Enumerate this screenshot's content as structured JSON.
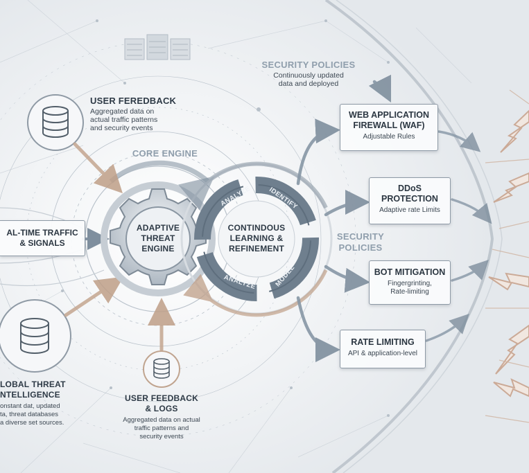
{
  "core_engine_label": "CORE ENGINE",
  "security_policies_top": {
    "title": "SECURITY POLICIES",
    "desc": "Continuously updated\ndata and deployed"
  },
  "security_policies_mid": "SECURITY\nPOLICIES",
  "user_feedback_top": {
    "title": "USER FEREDBACK",
    "desc": "Aggregated data on\nactual traffic patterns\nand security events"
  },
  "realtime_traffic": "AL-TIME TRAFFIC\n& SIGNALS",
  "global_threat": {
    "title": "LOBAL THREAT\nNTELLIGENCE",
    "desc": "onstant dat, updated\nta, threat databases\na diverse set sources."
  },
  "user_feedback_logs": {
    "title": "USER FEEDBACK\n& LOGS",
    "desc": "Aggregated data on actual\ntraffic patterns and\nsecurity events"
  },
  "engine_title": "ADAPTIVE\nTHREAT\nENGINE",
  "learning_title": "CONTINDOUS\nLEARNING &\nREFINEMENT",
  "cycle_labels": {
    "analyze_top": "ANALYZE",
    "identify": "IDENTIFY",
    "model": "MODEL",
    "analyze_bottom": "ANALYZE"
  },
  "outputs": [
    {
      "title": "WEB APPLICATION\nFIREWALL (WAF)",
      "sub": "Adjustable Rules"
    },
    {
      "title": "DDoS\nPROTECTION",
      "sub": "Adaptive rate Limits"
    },
    {
      "title": "BOT MITIGATION",
      "sub": "Fingergrinting,\nRate-limiting"
    },
    {
      "title": "RATE LIMITING",
      "sub": "API & application-level"
    }
  ],
  "colors": {
    "background": "#e9ecef",
    "ring": "#9aa6b2",
    "arrow_tan": "#c4a690",
    "arrow_steel": "#8797a6",
    "threat_lines": "#c9a48e"
  },
  "icons": [
    "server-rack-icon",
    "database-icon",
    "gear-icon",
    "cycle-arrows-icon",
    "threat-burst-icon"
  ]
}
